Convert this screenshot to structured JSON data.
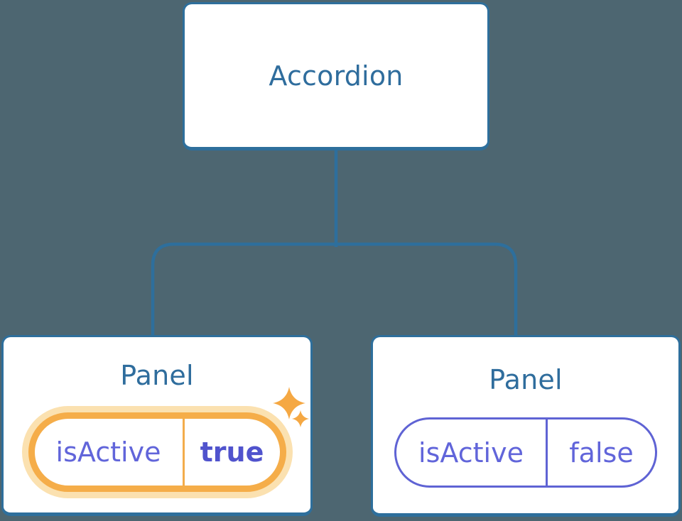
{
  "diagram": {
    "description": "React component tree: Accordion parent with two Panel children holding isActive state",
    "root": {
      "label": "Accordion"
    },
    "children": [
      {
        "label": "Panel",
        "prop": {
          "name": "isActive",
          "value": "true"
        },
        "active": true,
        "highlight": "orange glow with sparkles"
      },
      {
        "label": "Panel",
        "prop": {
          "name": "isActive",
          "value": "false"
        },
        "active": false
      }
    ]
  },
  "icons": {
    "sparkle_large": "four-point-sparkle",
    "sparkle_small": "four-point-sparkle"
  },
  "colors": {
    "background": "#4D6671",
    "card_border_blue": "#2E6F9C",
    "label_blue": "#2F6D9D",
    "state_purple": "#6165DA",
    "state_value_bold_purple": "#5053CD",
    "inactive_pill_border": "#5F63D4",
    "active_pill_border": "#F5AD49",
    "active_pill_glow": "#FBE1B0",
    "sparkle_orange": "#F5A843",
    "card_fill": "#FFFFFF"
  }
}
